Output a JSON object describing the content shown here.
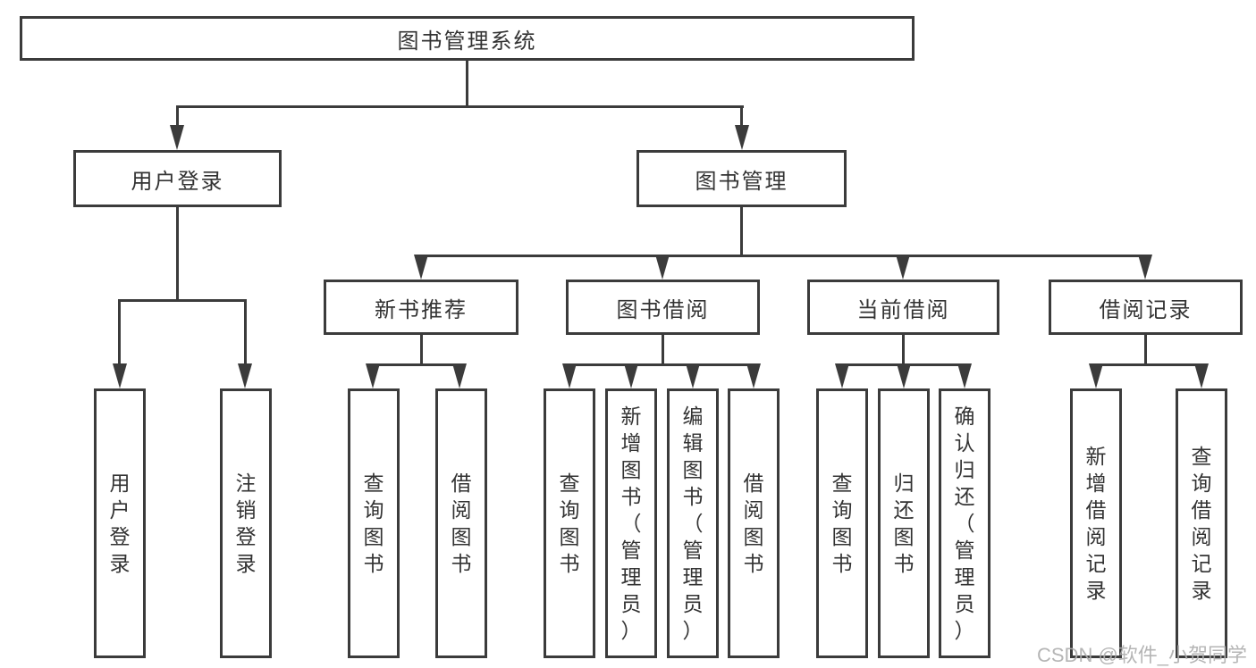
{
  "tree": {
    "root": {
      "label": "图书管理系统"
    },
    "branches": [
      {
        "label": "用户登录",
        "children": [
          {
            "label": "用户登录"
          },
          {
            "label": "注销登录"
          }
        ]
      },
      {
        "label": "图书管理",
        "children": [
          {
            "label": "新书推荐",
            "children": [
              {
                "label": "查询图书"
              },
              {
                "label": "借阅图书"
              }
            ]
          },
          {
            "label": "图书借阅",
            "children": [
              {
                "label": "查询图书"
              },
              {
                "label": "新增图书（管理员）"
              },
              {
                "label": "编辑图书（管理员）"
              },
              {
                "label": "借阅图书"
              }
            ]
          },
          {
            "label": "当前借阅",
            "children": [
              {
                "label": "查询图书"
              },
              {
                "label": "归还图书"
              },
              {
                "label": "确认归还（管理员）"
              }
            ]
          },
          {
            "label": "借阅记录",
            "children": [
              {
                "label": "新增借阅记录"
              },
              {
                "label": "查询借阅记录"
              }
            ]
          }
        ]
      }
    ]
  },
  "watermark": {
    "text": "CSDN @软件_小贺同学"
  },
  "colors": {
    "line": "#3b3b3b",
    "text": "#333333",
    "background": "#ffffff",
    "watermark": "#aeaeae"
  }
}
